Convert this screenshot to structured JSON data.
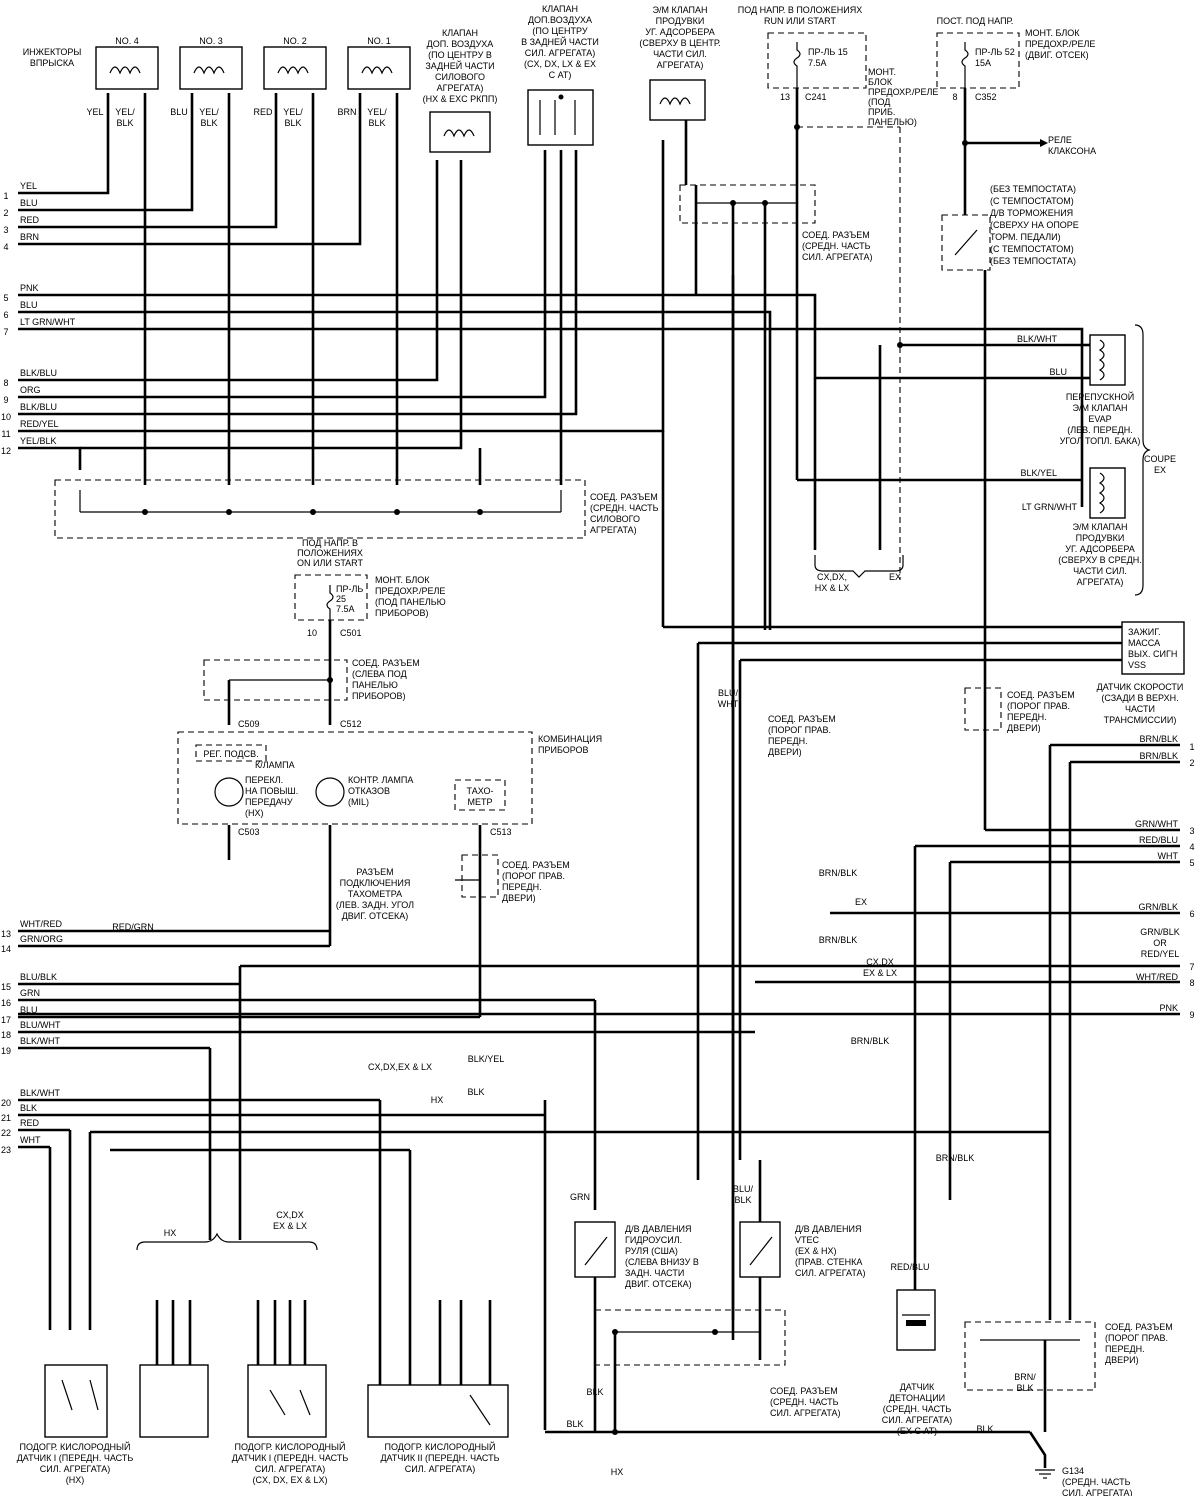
{
  "top": {
    "injectors_title": [
      "ИНЖЕКТОРЫ",
      "ВПРЫСКА"
    ],
    "injectors": [
      {
        "name": "NO. 4",
        "w1": "YEL",
        "w2": "YEL/",
        "w2b": "BLK"
      },
      {
        "name": "NO. 3",
        "w1": "BLU",
        "w2": "YEL/",
        "w2b": "BLK"
      },
      {
        "name": "NO. 2",
        "w1": "RED",
        "w2": "YEL/",
        "w2b": "BLK"
      },
      {
        "name": "NO. 1",
        "w1": "BRN",
        "w2": "YEL/",
        "w2b": "BLK"
      }
    ],
    "valve_air1": [
      "КЛАПАН",
      "ДОП. ВОЗДУХА",
      "(ПО ЦЕНТРУ В",
      "ЗАДНЕЙ ЧАСТИ",
      "СИЛОВОГО",
      "АГРЕГАТА)",
      "(НХ & EXC РКПП)"
    ],
    "valve_air2": [
      "КЛАПАН",
      "ДОП.ВОЗДУХА",
      "(ПО ЦЕНТРУ",
      "В ЗАДНЕЙ ЧАСТИ",
      "СИЛ. АГРЕГАТА)",
      "(CX, DX, LX & EX",
      "С AT)"
    ],
    "purge_valve": [
      "Э/М КЛАПАН",
      "ПРОДУВКИ",
      "УГ. АДСОРБЕРА",
      "(СВЕРХУ В ЦЕНТР.",
      "ЧАСТИ СИЛ.",
      "АГРЕГАТА)"
    ],
    "fuse15_title": [
      "ПОД НАПР. В ПОЛОЖЕНИЯХ",
      "RUN ИЛИ START"
    ],
    "fuse15": [
      "ПР-ЛЬ 15",
      "7.5A"
    ],
    "fuse15_block": [
      "МОНТ.",
      "БЛОК",
      "ПРЕДОХР./РЕЛЕ",
      "(ПОД",
      "ПРИБ.",
      "ПАНЕЛЬЮ)"
    ],
    "fuse52_title": "ПОСТ. ПОД НАПР.",
    "fuse52": [
      "ПР-ЛЬ 52",
      "15A"
    ],
    "fuse52_block": [
      "МОНТ. БЛОК",
      "ПРЕДОХР./РЕЛЕ",
      "(ДВИГ. ОТСЕК)"
    ],
    "c241": "C241",
    "c352": "C352",
    "pin13": "13",
    "pin8": "8",
    "horn": [
      "РЕЛЕ",
      "КЛАКСОНА"
    ],
    "brake_sw": [
      "(БЕЗ ТЕМПОСТАТА)",
      "(С ТЕМПОСТАТОМ)",
      "Д/В ТОРМОЖЕНИЯ",
      "(СВЕРХУ НА ОПОРЕ",
      "ТОРМ. ПЕДАЛИ)",
      "(С ТЕМПОСТАТОМ)",
      "(БЕЗ ТЕМПОСТАТА)"
    ],
    "conn_mid": [
      "СОЕД. РАЗЪЕМ",
      "(СРЕДН. ЧАСТЬ",
      "СИЛ. АГРЕГАТА)"
    ]
  },
  "left_rows": [
    {
      "n": "1",
      "w": "YEL"
    },
    {
      "n": "2",
      "w": "BLU"
    },
    {
      "n": "3",
      "w": "RED"
    },
    {
      "n": "4",
      "w": "BRN"
    },
    {
      "n": "5",
      "w": "PNK"
    },
    {
      "n": "6",
      "w": "BLU"
    },
    {
      "n": "7",
      "w": "LT GRN/WHT"
    },
    {
      "n": "8",
      "w": "BLK/BLU"
    },
    {
      "n": "9",
      "w": "ORG"
    },
    {
      "n": "10",
      "w": "BLK/BLU"
    },
    {
      "n": "11",
      "w": "RED/YEL"
    },
    {
      "n": "12",
      "w": "YEL/BLK"
    },
    {
      "n": "13",
      "w": "WHT/RED"
    },
    {
      "n": "14",
      "w": "GRN/ORG"
    },
    {
      "n": "15",
      "w": "BLU/BLK"
    },
    {
      "n": "16",
      "w": "GRN"
    },
    {
      "n": "17",
      "w": "BLU"
    },
    {
      "n": "18",
      "w": "BLU/WHT"
    },
    {
      "n": "19",
      "w": "BLK/WHT"
    },
    {
      "n": "20",
      "w": "BLK/WHT"
    },
    {
      "n": "21",
      "w": "BLK"
    },
    {
      "n": "22",
      "w": "RED"
    },
    {
      "n": "23",
      "w": "WHT"
    }
  ],
  "right_rows": [
    {
      "n": "1",
      "w": "BRN/BLK"
    },
    {
      "n": "2",
      "w": "BRN/BLK"
    },
    {
      "n": "3",
      "w": "GRN/WHT"
    },
    {
      "n": "4",
      "w": "RED/BLU"
    },
    {
      "n": "5",
      "w": "WHT"
    },
    {
      "n": "6",
      "w": "GRN/BLK"
    },
    {
      "n": "7",
      "w": "GRN/BLK OR RED/YEL"
    },
    {
      "n": "8",
      "w": "WHT/RED"
    },
    {
      "n": "9",
      "w": "PNK"
    }
  ],
  "right_side": {
    "evap": [
      "ПЕРЕПУСКНОЙ",
      "Э/М КЛАПАН",
      "EVAP",
      "(ЛЕВ. ПЕРЕДН.",
      "УГОЛ ТОПЛ. БАКА)"
    ],
    "coupe": [
      "COUPE",
      "EX"
    ],
    "purge2": [
      "Э/М КЛАПАН",
      "ПРОДУВКИ",
      "УГ. АДСОРБЕРА",
      "(СВЕРХУ В СРЕДН.",
      "ЧАСТИ СИЛ.",
      "АГРЕГАТА)"
    ],
    "w_blkwht": "BLK/WHT",
    "w_blu": "BLU",
    "w_blkyel": "BLK/YEL",
    "w_ltgrn": "LT GRN/WHT",
    "ign": [
      "ЗАЖИГ.",
      "МАССА",
      "ВЫХ. СИГН",
      "VSS"
    ],
    "vss_title": [
      "ДАТЧИК СКОРОСТИ",
      "(СЗАДИ В ВЕРХН.",
      "ЧАСТИ",
      "ТРАНСМИССИИ)"
    ],
    "conn_sill": [
      "СОЕД. РАЗЪЕМ",
      "(ПОРОГ ПРАВ.",
      "ПЕРЕДН.",
      "ДВЕРИ)"
    ],
    "models1": [
      "CX,DX,",
      "HX & LX"
    ],
    "models2": "EX"
  },
  "mid": {
    "conn_eng": [
      "СОЕД. РАЗЪЕМ",
      "(СРЕДН. ЧАСТЬ",
      "СИЛОВОГО",
      "АГРЕГАТА)"
    ],
    "fuse25_title": [
      "ПОД НАПР. В",
      "ПОЛОЖЕНИЯХ",
      "ON ИЛИ START"
    ],
    "fuse25": [
      "ПР-ЛЬ",
      "25",
      "7.5A"
    ],
    "fuse25_block": [
      "МОНТ. БЛОК",
      "ПРЕДОХР./РЕЛЕ",
      "(ПОД ПАНЕЛЬЮ",
      "ПРИБОРОВ)"
    ],
    "c501": "C501",
    "pin10": "10",
    "conn_dash": [
      "СОЕД. РАЗЪЕМ",
      "(СЛЕВА ПОД",
      "ПАНЕЛЬЮ",
      "ПРИБОРОВ)"
    ],
    "cluster": [
      "КОМБИНАЦИЯ",
      "ПРИБОРОВ"
    ],
    "reg": "РЕГ. ПОДСВ.",
    "lamp": "К/ЛАМПА",
    "upshift": [
      "ПЕРЕКЛ.",
      "НА ПОВЫШ.",
      "ПЕРЕДАЧУ",
      "(НХ)"
    ],
    "mil": [
      "КОНТР. ЛАМПА",
      "ОТКАЗОВ",
      "(MIL)"
    ],
    "tacho": [
      "ТАХО-",
      "МЕТР"
    ],
    "c509": "C509",
    "c512": "C512",
    "c503": "C503",
    "c513": "C513",
    "tacho_conn": [
      "РАЗЪЕМ",
      "ПОДКЛЮЧЕНИЯ",
      "ТАХОМЕТРА",
      "(ЛЕВ. ЗАДН. УГОЛ",
      "ДВИГ. ОТСЕКА)"
    ],
    "conn_sill2": [
      "СОЕД. РАЗЪЕМ",
      "(ПОРОГ ПРАВ.",
      "ПЕРЕДН.",
      "ДВЕРИ)"
    ],
    "redgrn": "RED/GRN",
    "bluwht": [
      "BLU/",
      "WHT"
    ],
    "ex": "EX",
    "cxdx": [
      "CX,DX",
      "EX & LX"
    ],
    "brnblk": "BRN/BLK",
    "grnblk_or": [
      "GRN/BLK",
      "OR",
      "RED/YEL"
    ]
  },
  "bottom": {
    "cxdxexlx": "CX,DX,EX & LX",
    "hx": "HX",
    "blkyel": "BLK/YEL",
    "blk": "BLK",
    "ps_sw": [
      "Д/В ДАВЛЕНИЯ",
      "ГИДРОУСИЛ.",
      "РУЛЯ        (США)",
      "(СЛЕВА ВНИЗУ В",
      "ЗАДН. ЧАСТИ",
      "ДВИГ. ОТСЕКА)"
    ],
    "vtec_sw": [
      "Д/В ДАВЛЕНИЯ",
      "VTEC",
      "(EX & HX)",
      "(ПРАВ. СТЕНКА",
      "СИЛ. АГРЕГАТА)"
    ],
    "knock": [
      "ДАТЧИК",
      "ДЕТОНАЦИИ",
      "(СРЕДН. ЧАСТЬ",
      "СИЛ. АГРЕГАТА)",
      "(EX С AT)"
    ],
    "conn_mid2": [
      "СОЕД. РАЗЪЕМ",
      "(СРЕДН. ЧАСТЬ",
      "СИЛ. АГРЕГАТА)"
    ],
    "conn_sill3": [
      "СОЕД. РАЗЪЕМ",
      "(ПОРОГ ПРАВ.",
      "ПЕРЕДН.",
      "ДВЕРИ)"
    ],
    "o2_hx": [
      "ПОДОГР. КИСЛОРОДНЫЙ",
      "ДАТЧИК I (ПЕРЕДН. ЧАСТЬ",
      "СИЛ. АГРЕГАТА)",
      "(НХ)"
    ],
    "o2_cx": [
      "ПОДОГР. КИСЛОРОДНЫЙ",
      "ДАТЧИК I (ПЕРЕДН. ЧАСТЬ",
      "СИЛ. АГРЕГАТА)",
      "(CX, DX, EX & LX)"
    ],
    "o2_2": [
      "ПОДОГР. КИСЛОРОДНЫЙ",
      "ДАТЧИК II (ПЕРЕДН. ЧАСТЬ",
      "СИЛ. АГРЕГАТА)"
    ],
    "ground": [
      "G134",
      "(СРЕДН. ЧАСТЬ",
      "СИЛ. АГРЕГАТА)"
    ],
    "hx_lbl": "HX",
    "cxdx_ex_lx": [
      "CX,DX",
      "EX & LX"
    ],
    "grn": "GRN",
    "blublk": [
      "BLU/",
      "BLK"
    ],
    "redblu": "RED/BLU",
    "brnblk2": [
      "BRN/",
      "BLK"
    ]
  }
}
